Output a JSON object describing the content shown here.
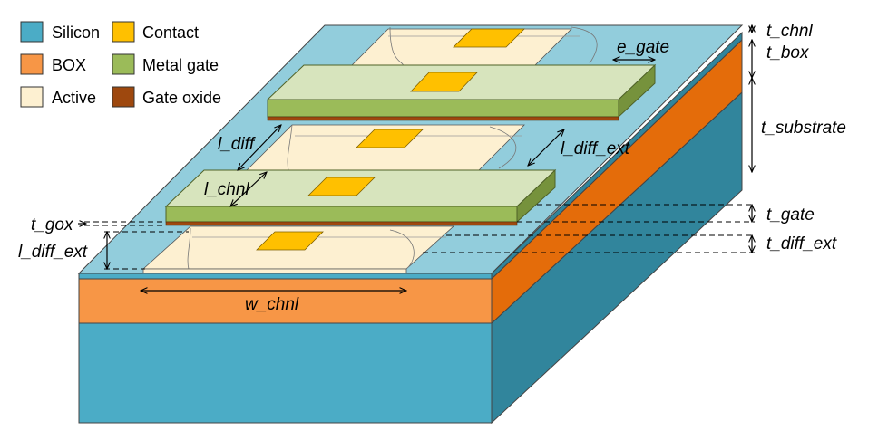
{
  "legend": {
    "silicon": {
      "label": "Silicon",
      "color": "#4BACC6"
    },
    "box": {
      "label": "BOX",
      "color": "#F79646"
    },
    "active": {
      "label": "Active",
      "color": "#FDF0D1"
    },
    "contact": {
      "label": "Contact",
      "color": "#FFC000"
    },
    "metal_gate": {
      "label": "Metal gate",
      "color": "#9BBB59"
    },
    "gate_oxide": {
      "label": "Gate oxide",
      "color": "#9E480E"
    }
  },
  "labels": {
    "t_chnl": "t_chnl",
    "t_box": "t_box",
    "t_substrate": "t_substrate",
    "e_gate": "e_gate",
    "l_diff": "l_diff",
    "l_diff_ext_top": "l_diff_ext",
    "l_chnl": "l_chnl",
    "t_gox": "t_gox",
    "l_diff_ext_left": "l_diff_ext",
    "t_gate": "t_gate",
    "t_diff_ext": "t_diff_ext",
    "w_chnl": "w_chnl"
  }
}
